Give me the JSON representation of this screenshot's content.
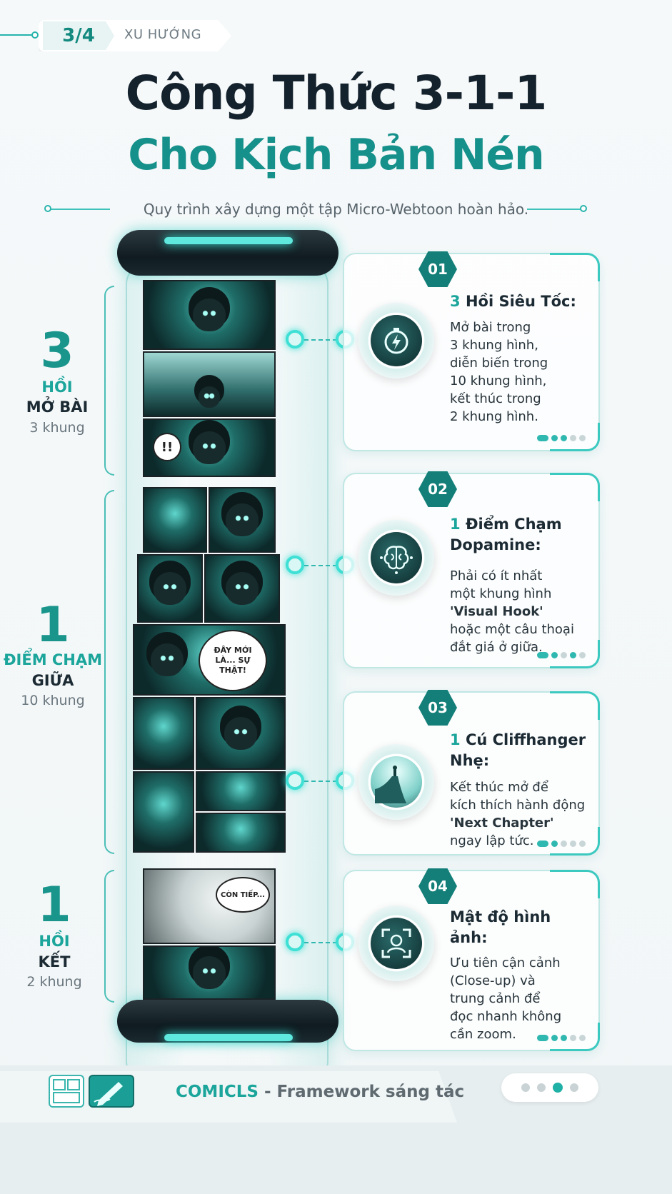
{
  "header": {
    "page_indicator": "3/4",
    "section_label": "XU HƯỚNG"
  },
  "title": {
    "line1": "Công Thức 3-1-1",
    "line2": "Cho Kịch Bản Nén",
    "subtitle": "Quy trình xây dựng một tập Micro-Webtoon hoàn hảo."
  },
  "tube": {
    "bubble_shout": "!!",
    "bubble_middle": "ĐÂY MỚI LÀ... SỰ THẬT!",
    "bubble_end": "CÒN TIẾP..."
  },
  "sections": [
    {
      "number": "3",
      "teal": "HỒI",
      "dark": "MỞ BÀI",
      "count": "3 khung"
    },
    {
      "number": "1",
      "teal": "ĐIỂM CHẠM",
      "dark": "GIỮA",
      "count": "10 khung"
    },
    {
      "number": "1",
      "teal": "HỒI",
      "dark": "KẾT",
      "count": "2 khung"
    }
  ],
  "cards": [
    {
      "badge": "01",
      "icon": "stopwatch-lightning-icon",
      "number": "3",
      "heading": "Hồi Siêu Tốc:",
      "body": "Mở bài trong\n3 khung hình,\ndiễn biến trong\n10 khung hình,\nkết thúc trong\n2 khung hình."
    },
    {
      "badge": "02",
      "icon": "brain-icon",
      "number": "1",
      "heading": "Điểm Chạm Dopamine:",
      "body_pre": "Phải có ít nhất\nmột khung hình\n",
      "body_bold": "'Visual Hook'",
      "body_post": "\nhoặc một câu thoại\nđắt giá ở giữa."
    },
    {
      "badge": "03",
      "icon": "cliff-figure-icon",
      "number": "1",
      "heading": "Cú Cliffhanger Nhẹ:",
      "body_pre": "Kết thúc mở để\nkích thích hành động\n",
      "body_bold": "'Next Chapter'",
      "body_post": "\nngay lập tức."
    },
    {
      "badge": "04",
      "icon": "focus-portrait-icon",
      "heading": "Mật độ hình ảnh:",
      "body": "Ưu tiên cận cảnh\n(Close-up) và\ntrung cảnh để\nđọc nhanh không\ncần zoom."
    }
  ],
  "footer": {
    "brand": "COMICLS",
    "separator": " - ",
    "tagline": "Framework sáng tác",
    "pagination_active": 3,
    "pagination_total": 4
  },
  "colors": {
    "accent": "#1ba59b",
    "title_dark": "#14222d",
    "title_teal": "#16908a",
    "glow": "#3ee0d5"
  }
}
